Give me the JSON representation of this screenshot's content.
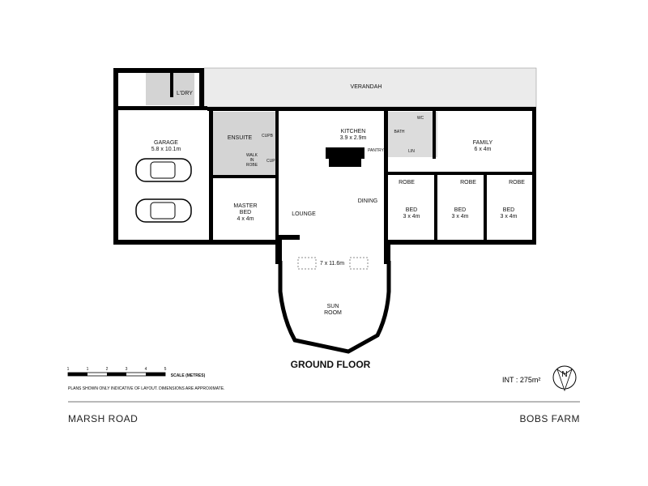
{
  "rooms": {
    "verandah": "VERANDAH",
    "laundry": "L'DRY",
    "garage": "GARAGE",
    "garage_size": "5.8 x 10.1m",
    "ensuite": "ENSUITE",
    "cupb1": "CUPB",
    "cupb2": "CUPB",
    "walk_in_robe_1": "WALK",
    "walk_in_robe_2": "IN",
    "walk_in_robe_3": "ROBE",
    "master_bed_1": "MASTER",
    "master_bed_2": "BED",
    "master_size": "4 x 4m",
    "lounge": "LOUNGE",
    "kitchen": "KITCHEN",
    "kitchen_size": "3.9 x 2.9m",
    "pantry": "PANTRY",
    "bath": "BATH",
    "wc": "WC",
    "lin": "LIN",
    "dining": "DINING",
    "family": "FAMILY",
    "family_size": "6 x 4m",
    "robe1": "ROBE",
    "robe2": "ROBE",
    "robe3": "ROBE",
    "bed1": "BED",
    "bed1_size": "3 x 4m",
    "bed2": "BED",
    "bed2_size": "3 x 4m",
    "bed3": "BED",
    "bed3_size": "3 x 4m",
    "open_size": "7 x 11.6m",
    "sun_1": "SUN",
    "sun_2": "ROOM"
  },
  "floor_title": "GROUND FLOOR",
  "scale": {
    "ticks": [
      "1",
      "1",
      "2",
      "3",
      "4",
      "5"
    ],
    "label": "SCALE (METRES)",
    "note": "PLANS SHOWN ONLY INDICATIVE OF LAYOUT.  DIMENSIONS ARE APPROXIMATE."
  },
  "area": "INT : 275m²",
  "compass_letter": "N",
  "footer": {
    "left": "MARSH ROAD",
    "right": "BOBS FARM"
  },
  "colors": {
    "wall": "#000000",
    "verandah": "#ebebeb",
    "wet_area": "#d4d4d4"
  }
}
